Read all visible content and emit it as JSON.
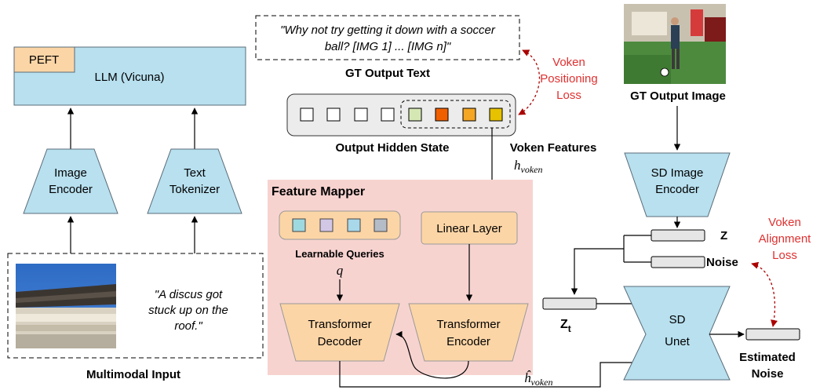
{
  "llm": {
    "peft_label": "PEFT",
    "title": "LLM (Vicuna)"
  },
  "image_encoder": {
    "line1": "Image",
    "line2": "Encoder"
  },
  "text_tokenizer": {
    "line1": "Text",
    "line2": "Tokenizer"
  },
  "multimodal_input": {
    "caption_line1": "\"A discus got",
    "caption_line2": "stuck up on the",
    "caption_line3": "roof.\"",
    "label": "Multimodal Input"
  },
  "gt_output_text": {
    "line1": "\"Why not try getting it down with a soccer",
    "line2": "ball? [IMG 1] ... [IMG n]\"",
    "label": "GT Output Text"
  },
  "voken_positioning_loss": {
    "line1": "Voken",
    "line2": "Positioning",
    "line3": "Loss"
  },
  "output_hidden_state": {
    "label": "Output Hidden State",
    "voken_colors": [
      "#d5e8b4",
      "#f06000",
      "#f5a623",
      "#e6c200"
    ]
  },
  "voken_features": {
    "label": "Voken Features",
    "symbol_main": "h",
    "symbol_sub": "voken"
  },
  "feature_mapper": {
    "title": "Feature Mapper",
    "learnable_queries_label": "Learnable Queries",
    "query_symbol": "q",
    "query_colors": [
      "#9fd9e0",
      "#d3c7e6",
      "#a8d8ea",
      "#b4bcc8"
    ],
    "linear_layer_label": "Linear Layer",
    "transformer_decoder_line1": "Transformer",
    "transformer_decoder_line2": "Decoder",
    "transformer_encoder_line1": "Transformer",
    "transformer_encoder_line2": "Encoder",
    "output_symbol_main": "ĥ",
    "output_symbol_sub": "voken"
  },
  "gt_output_image": {
    "label": "GT Output Image"
  },
  "sd_image_encoder": {
    "line1": "SD Image",
    "line2": "Encoder"
  },
  "latents": {
    "z_label": "Z",
    "noise_label": "Noise",
    "zt_main": "Z",
    "zt_sub": "t"
  },
  "voken_alignment_loss": {
    "line1": "Voken",
    "line2": "Alignment",
    "line3": "Loss"
  },
  "sd_unet": {
    "line1": "SD",
    "line2": "Unet"
  },
  "estimated_noise": {
    "line1": "Estimated",
    "line2": "Noise"
  },
  "colors": {
    "blue_fill": "#b8e0ef",
    "orange_fill": "#fcd5a6",
    "mapper_bg": "#f7d3d0",
    "loss_red": "#e03030",
    "arrow_dark_red": "#aa0000"
  }
}
